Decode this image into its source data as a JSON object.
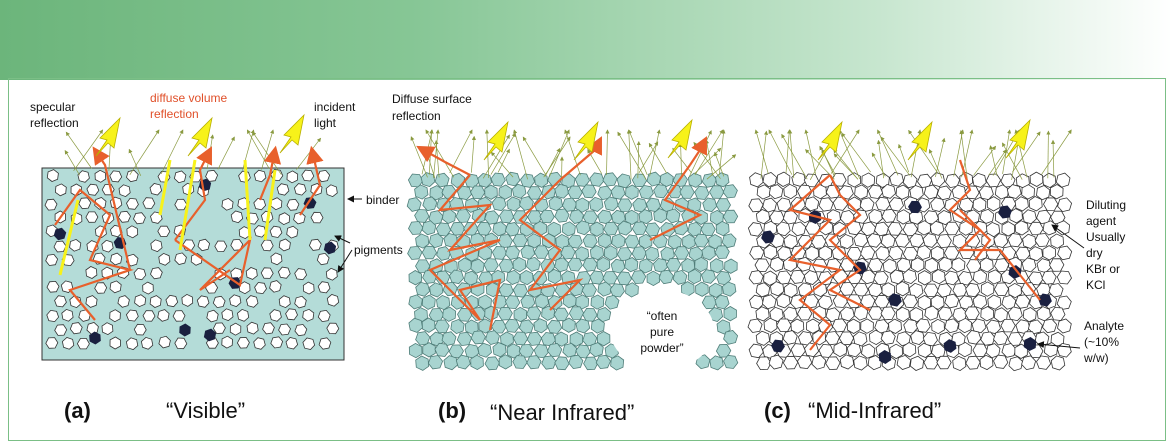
{
  "colors": {
    "header_start": "#6cb57b",
    "frame": "#7bbf86",
    "binder_fill": "#b4dcd8",
    "particle_teal": "#a8d4d0",
    "analyte": "#1a2040",
    "diffuse_path": "#e8602c",
    "incident_arrow": "#f7f21a",
    "scatter_line": "#8a9a40"
  },
  "panels": [
    {
      "letter": "(a)",
      "name": "“Visible”",
      "labels": {
        "specular_1": "specular",
        "specular_2": "reflection",
        "diffuse_volume_1": "diffuse volume",
        "diffuse_volume_2": "reflection",
        "incident_1": "incident",
        "incident_2": "light",
        "binder": "binder",
        "pigments": "pigments"
      }
    },
    {
      "letter": "(b)",
      "name": "“Near Infrared”",
      "labels": {
        "diffuse_surface_1": "Diffuse surface",
        "diffuse_surface_2": "reflection",
        "powder_1": "“often",
        "powder_2": "pure",
        "powder_3": "powder”"
      }
    },
    {
      "letter": "(c)",
      "name": "“Mid-Infrared”",
      "labels": {
        "diluting_1": "Diluting",
        "diluting_2": "agent",
        "diluting_3": "Usually",
        "diluting_4": "dry",
        "diluting_5": "KBr or",
        "diluting_6": "KCl",
        "analyte_1": "Analyte",
        "analyte_2": "(~10%",
        "analyte_3": "w/w)"
      }
    }
  ]
}
